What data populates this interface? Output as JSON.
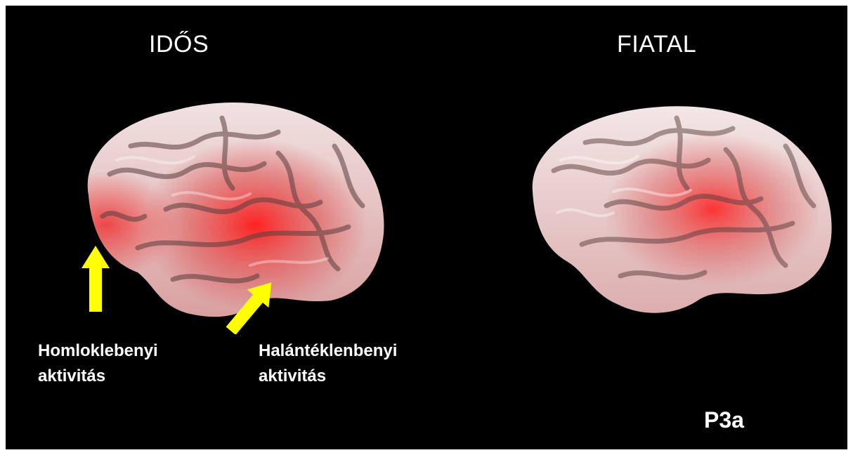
{
  "headings": {
    "left": "IDŐS",
    "right": "FIATAL"
  },
  "captions": {
    "frontal_line1": "Homloklebenyi",
    "frontal_line2": "aktivitás",
    "temporal_line1": "Halántéklenbenyi",
    "temporal_line2": "aktivitás"
  },
  "component_label": "P3a",
  "colors": {
    "background": "#000000",
    "text": "#ffffff",
    "arrow": "#ffff00",
    "brain_base": "#e8d2d2",
    "activation_peak": "#ff1a1a"
  },
  "icons": {
    "arrow": "arrow-icon",
    "brain": "brain-image"
  }
}
